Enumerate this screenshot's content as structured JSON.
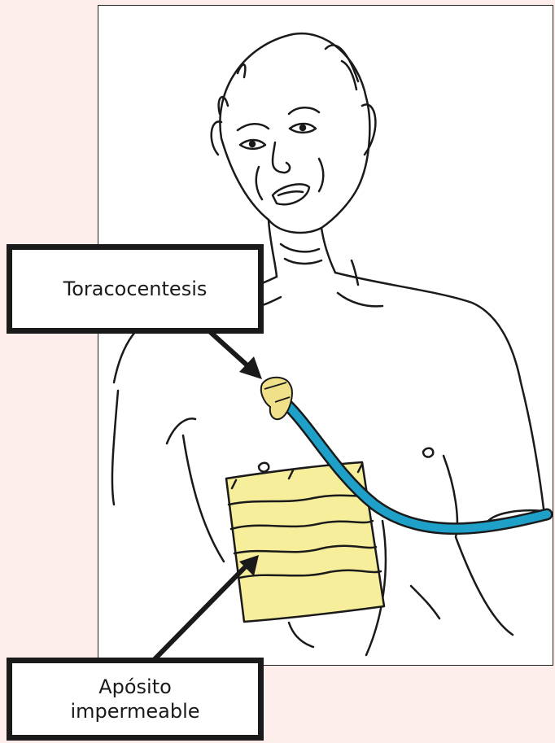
{
  "labels": {
    "top": "Toracocentesis",
    "bottom_line1": "Apósito",
    "bottom_line2": "impermeable"
  },
  "colors": {
    "background": "#fdeeeb",
    "tube": "#1ea0c8",
    "dressing": "#f7ee9c",
    "valve": "#f1e08a",
    "line": "#1a1a1a"
  }
}
